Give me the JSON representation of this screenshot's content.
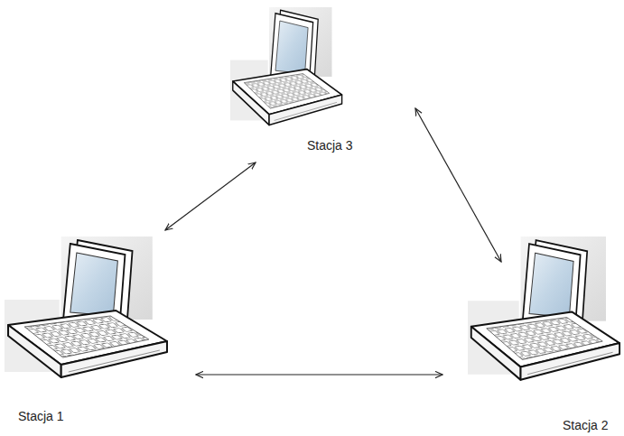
{
  "diagram": {
    "nodes": [
      {
        "text": [
          "Stacja 3"
        ]
      },
      {
        "text": [
          "Stacja 1"
        ]
      },
      {
        "text": [
          "Stacja 2"
        ]
      }
    ],
    "edges": [
      {
        "from": 0,
        "to": 1,
        "arrow": "both"
      },
      {
        "from": 0,
        "to": 2,
        "arrow": "both"
      },
      {
        "from": 1,
        "to": 2,
        "arrow": "both"
      }
    ]
  }
}
